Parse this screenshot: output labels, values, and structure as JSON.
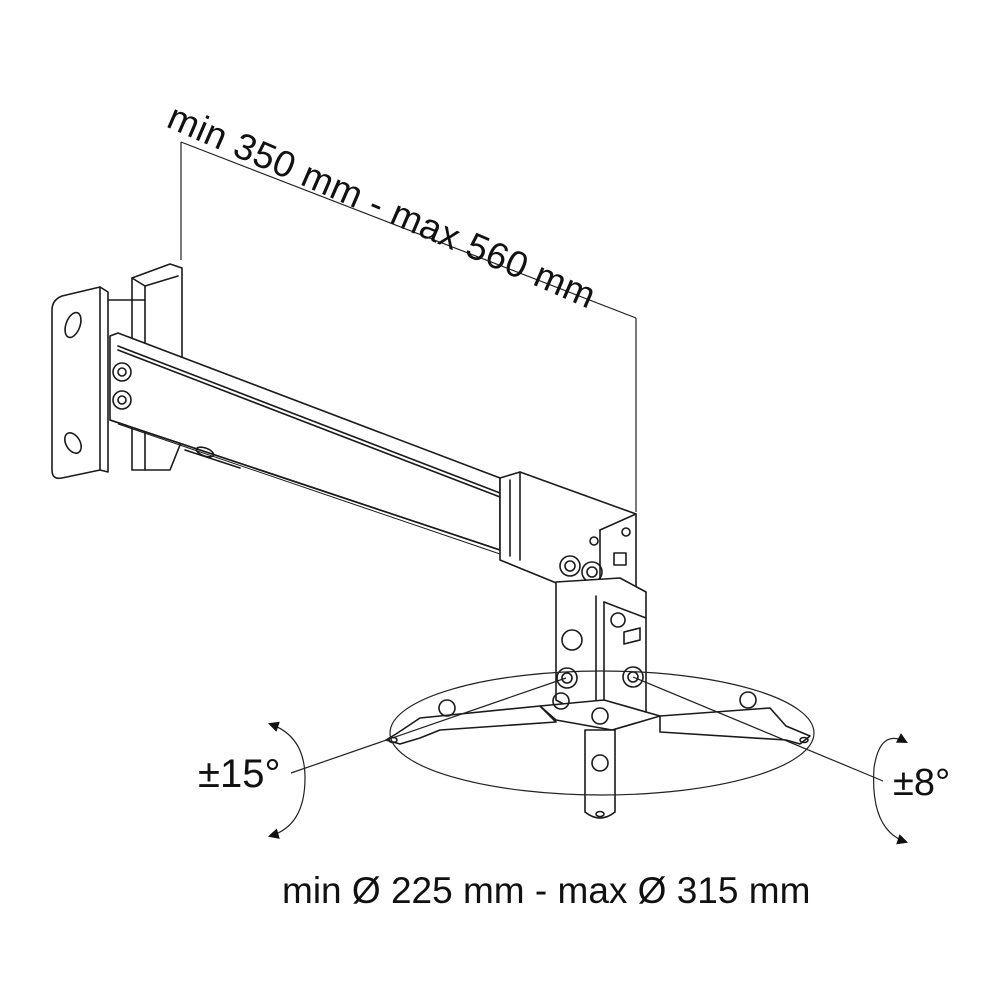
{
  "diagram": {
    "subject": "projector wall mount, telescopic arm, line drawing",
    "colors": {
      "line": "#1a1a1a",
      "background": "#ffffff"
    },
    "dimensions": {
      "arm_length": "min 350 mm - max 560 mm",
      "tilt": "±15°",
      "swivel": "±8°",
      "mount_diameter": "min Ø 225 mm - max Ø 315 mm"
    },
    "parts": [
      "wall-plate",
      "outer-arm-tube",
      "inner-arm-tube",
      "tilt-joint",
      "swivel-bracket",
      "spider-base",
      "adjustable-legs"
    ]
  }
}
